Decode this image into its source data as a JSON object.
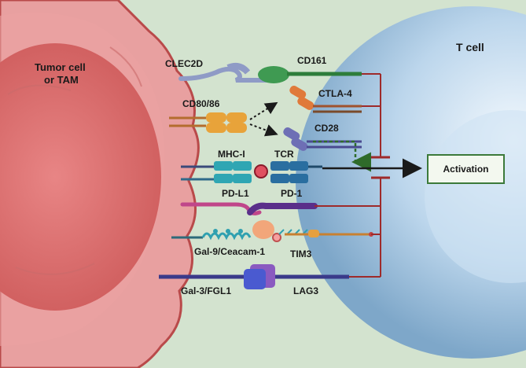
{
  "labels": {
    "tumor_cell": "Tumor cell",
    "tumor_or_tam": "or TAM",
    "t_cell": "T cell",
    "clec2d": "CLEC2D",
    "cd161": "CD161",
    "cd80_86": "CD80/86",
    "ctla4": "CTLA-4",
    "cd28": "CD28",
    "mhc1": "MHC-I",
    "tcr": "TCR",
    "pdl1": "PD-L1",
    "pd1": "PD-1",
    "gal9": "Gal-9/Ceacam-1",
    "tim3": "TIM3",
    "gal3": "Gal-3/FGL1",
    "lag3": "LAG3",
    "activation": "Activation"
  },
  "colors": {
    "background": "#d3e3cf",
    "tumor": "#e98f8f",
    "tumor_edge": "#b94a4a",
    "nucleus": "#d96a6a",
    "tcell": "#b7d3ee",
    "inhibitory_line": "#9e2a2a",
    "activation_border": "#3c7a3a"
  }
}
